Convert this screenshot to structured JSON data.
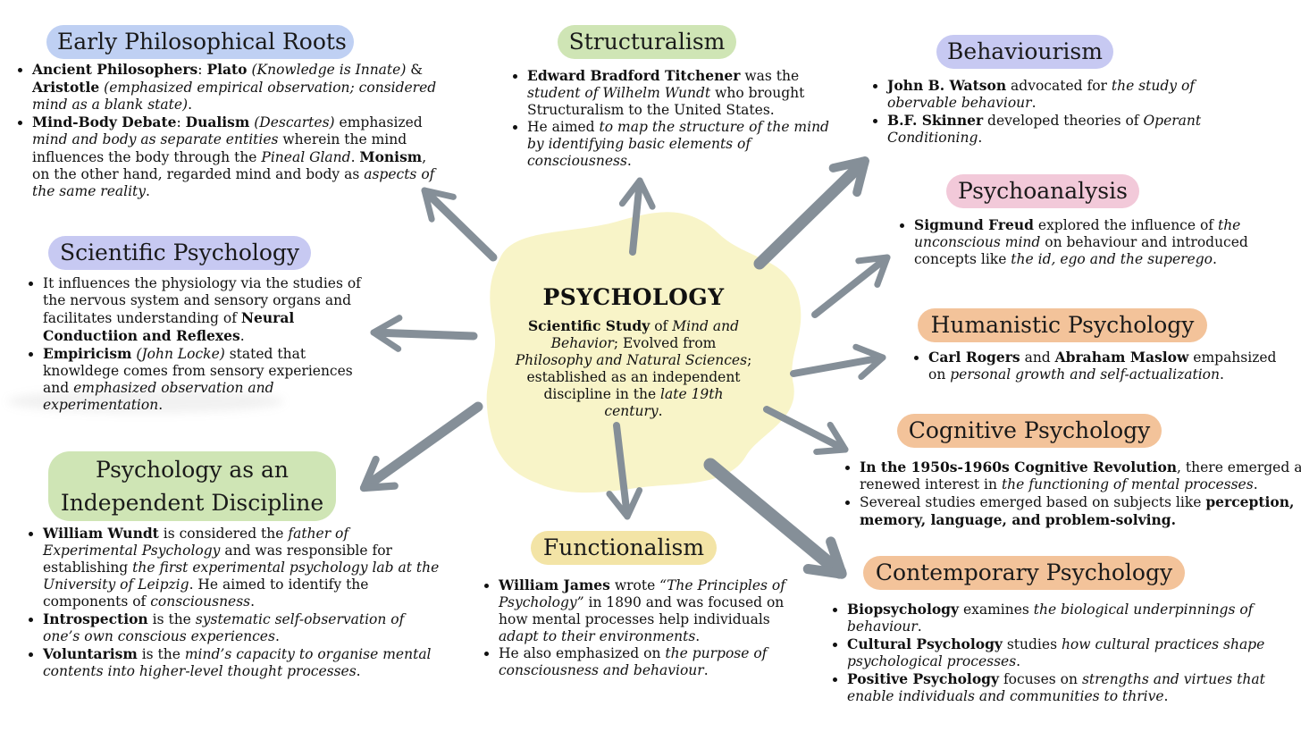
{
  "colors": {
    "blue_pill": "#bfd0f3",
    "purple_pill": "#c7c9f2",
    "green_pill": "#cfe5b5",
    "pink_pill": "#f2c9d9",
    "orange_pill": "#f3c39a",
    "yellow_pill": "#f3e4a6",
    "center_blob": "#f8f4c8",
    "arrow": "#858f98"
  },
  "center": {
    "title": "PSYCHOLOGY",
    "body": [
      {
        "t": "Scientific Study",
        "s": "b"
      },
      {
        "t": " of ",
        "s": ""
      },
      {
        "t": "Mind and Behavior",
        "s": "i"
      },
      {
        "t": "; Evolved from ",
        "s": ""
      },
      {
        "t": "Philosophy and Natural Sciences",
        "s": "i"
      },
      {
        "t": "; established as an independent discipline in the ",
        "s": ""
      },
      {
        "t": "late 19th century",
        "s": "i"
      },
      {
        "t": ".",
        "s": ""
      }
    ]
  },
  "topics": {
    "early_philosophical_roots": {
      "title": "Early Philosophical Roots",
      "points": [
        [
          {
            "t": "Ancient Philosophers",
            "s": "b"
          },
          {
            "t": ": ",
            "s": ""
          },
          {
            "t": "Plato",
            "s": "b"
          },
          {
            "t": " ",
            "s": ""
          },
          {
            "t": "(Knowledge is Innate)",
            "s": "i"
          },
          {
            "t": " & ",
            "s": ""
          },
          {
            "t": "Aristotle",
            "s": "b"
          },
          {
            "t": " ",
            "s": ""
          },
          {
            "t": "(emphasized empirical observation; considered mind as a blank state)",
            "s": "i"
          },
          {
            "t": ".",
            "s": ""
          }
        ],
        [
          {
            "t": "Mind-Body Debate",
            "s": "b"
          },
          {
            "t": ": ",
            "s": ""
          },
          {
            "t": "Dualism",
            "s": "b"
          },
          {
            "t": " ",
            "s": ""
          },
          {
            "t": "(Descartes)",
            "s": "i"
          },
          {
            "t": " emphasized ",
            "s": ""
          },
          {
            "t": "mind and body as separate entities",
            "s": "i"
          },
          {
            "t": " wherein the mind influences the body through the ",
            "s": ""
          },
          {
            "t": "Pineal Gland",
            "s": "i"
          },
          {
            "t": ". ",
            "s": ""
          },
          {
            "t": "Monism",
            "s": "b"
          },
          {
            "t": ", on the other hand, regarded mind and body as ",
            "s": ""
          },
          {
            "t": "aspects of the same reality",
            "s": "i"
          },
          {
            "t": ".",
            "s": ""
          }
        ]
      ]
    },
    "scientific_psychology": {
      "title": "Scientific Psychology",
      "points": [
        [
          {
            "t": "It influences the physiology via the studies of the nervous system and sensory organs and facilitates understanding of ",
            "s": ""
          },
          {
            "t": "Neural Conductiion and Reflexes",
            "s": "b"
          },
          {
            "t": ".",
            "s": ""
          }
        ],
        [
          {
            "t": "Empiricism",
            "s": "b"
          },
          {
            "t": " ",
            "s": ""
          },
          {
            "t": "(John Locke)",
            "s": "i"
          },
          {
            "t": " stated that knowldege comes from sensory experiences and ",
            "s": ""
          },
          {
            "t": "emphasized observation and experimentation",
            "s": "i"
          },
          {
            "t": ".",
            "s": ""
          }
        ]
      ]
    },
    "independent_discipline": {
      "title_line1": "Psychology as an",
      "title_line2": "Independent Discipline",
      "points": [
        [
          {
            "t": "William Wundt",
            "s": "b"
          },
          {
            "t": " is considered the ",
            "s": ""
          },
          {
            "t": "father of Experimental Psychology",
            "s": "i"
          },
          {
            "t": " and was responsible for establishing ",
            "s": ""
          },
          {
            "t": "the first experimental psychology lab at the University of Leipzig",
            "s": "i"
          },
          {
            "t": ". He aimed to identify the components of ",
            "s": ""
          },
          {
            "t": "consciousness",
            "s": "i"
          },
          {
            "t": ".",
            "s": ""
          }
        ],
        [
          {
            "t": "Introspection",
            "s": "b"
          },
          {
            "t": " is the ",
            "s": ""
          },
          {
            "t": "systematic self-observation of one’s own conscious experiences",
            "s": "i"
          },
          {
            "t": ".",
            "s": ""
          }
        ],
        [
          {
            "t": "Voluntarism",
            "s": "b"
          },
          {
            "t": " is the ",
            "s": ""
          },
          {
            "t": "mind’s capacity to organise mental contents into higher-level thought processes",
            "s": "i"
          },
          {
            "t": ".",
            "s": ""
          }
        ]
      ]
    },
    "structuralism": {
      "title": "Structuralism",
      "points": [
        [
          {
            "t": "Edward Bradford Titchener",
            "s": "b"
          },
          {
            "t": " was the ",
            "s": ""
          },
          {
            "t": "student of Wilhelm Wundt",
            "s": "i"
          },
          {
            "t": " who brought Structuralism to the United States.",
            "s": ""
          }
        ],
        [
          {
            "t": "He aimed ",
            "s": ""
          },
          {
            "t": "to map the structure of the mind by identifying basic elements of consciousness",
            "s": "i"
          },
          {
            "t": ".",
            "s": ""
          }
        ]
      ]
    },
    "functionalism": {
      "title": "Functionalism",
      "points": [
        [
          {
            "t": "William James",
            "s": "b"
          },
          {
            "t": " wrote ",
            "s": ""
          },
          {
            "t": "“The Principles of Psychology”",
            "s": "i"
          },
          {
            "t": " in 1890 and was focused on how mental processes help individuals ",
            "s": ""
          },
          {
            "t": "adapt to their environments",
            "s": "i"
          },
          {
            "t": ".",
            "s": ""
          }
        ],
        [
          {
            "t": "He also emphasized on ",
            "s": ""
          },
          {
            "t": "the purpose of consciousness and behaviour",
            "s": "i"
          },
          {
            "t": ".",
            "s": ""
          }
        ]
      ]
    },
    "behaviourism": {
      "title": "Behaviourism",
      "points": [
        [
          {
            "t": "John B. Watson",
            "s": "b"
          },
          {
            "t": " advocated for ",
            "s": ""
          },
          {
            "t": "the study of obervable behaviour",
            "s": "i"
          },
          {
            "t": ".",
            "s": ""
          }
        ],
        [
          {
            "t": "B.F. Skinner",
            "s": "b"
          },
          {
            "t": " developed theories of ",
            "s": ""
          },
          {
            "t": "Operant Conditioning",
            "s": "i"
          },
          {
            "t": ".",
            "s": ""
          }
        ]
      ]
    },
    "psychoanalysis": {
      "title": "Psychoanalysis",
      "points": [
        [
          {
            "t": "Sigmund Freud",
            "s": "b"
          },
          {
            "t": " explored the influence of ",
            "s": ""
          },
          {
            "t": "the unconscious mind",
            "s": "i"
          },
          {
            "t": " on behaviour and introduced concepts like ",
            "s": ""
          },
          {
            "t": "the id, ego and the superego",
            "s": "i"
          },
          {
            "t": ".",
            "s": ""
          }
        ]
      ]
    },
    "humanistic_psychology": {
      "title": "Humanistic Psychology",
      "points": [
        [
          {
            "t": "Carl Rogers",
            "s": "b"
          },
          {
            "t": " and ",
            "s": ""
          },
          {
            "t": "Abraham Maslow",
            "s": "b"
          },
          {
            "t": " empahsized on ",
            "s": ""
          },
          {
            "t": "personal growth and self-actualization",
            "s": "i"
          },
          {
            "t": ".",
            "s": ""
          }
        ]
      ]
    },
    "cognitive_psychology": {
      "title": "Cognitive Psychology",
      "points": [
        [
          {
            "t": "In the 1950s-1960s Cognitive Revolution",
            "s": "b"
          },
          {
            "t": ", there emerged a renewed interest in ",
            "s": ""
          },
          {
            "t": "the functioning of mental processes",
            "s": "i"
          },
          {
            "t": ".",
            "s": ""
          }
        ],
        [
          {
            "t": "Severeal studies emerged based on subjects like ",
            "s": ""
          },
          {
            "t": "perception, memory, language, and problem-solving.",
            "s": "b"
          }
        ]
      ]
    },
    "contemporary_psychology": {
      "title": "Contemporary Psychology",
      "points": [
        [
          {
            "t": "Biopsychology",
            "s": "b"
          },
          {
            "t": " examines ",
            "s": ""
          },
          {
            "t": "the biological underpinnings of behaviour",
            "s": "i"
          },
          {
            "t": ".",
            "s": ""
          }
        ],
        [
          {
            "t": "Cultural Psychology",
            "s": "b"
          },
          {
            "t": " studies ",
            "s": ""
          },
          {
            "t": "how cultural practices shape psychological processes",
            "s": "i"
          },
          {
            "t": ".",
            "s": ""
          }
        ],
        [
          {
            "t": "Positive Psychology",
            "s": "b"
          },
          {
            "t": " focuses on ",
            "s": ""
          },
          {
            "t": "strengths and virtues that enable individuals and communities to thrive",
            "s": "i"
          },
          {
            "t": ".",
            "s": ""
          }
        ]
      ]
    }
  }
}
